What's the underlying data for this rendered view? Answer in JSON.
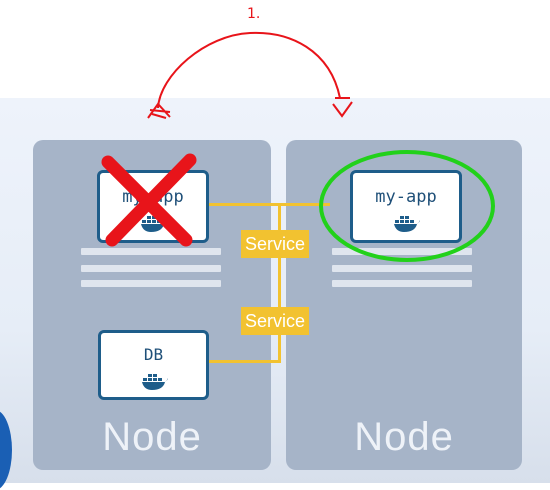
{
  "annotation": {
    "number_label": "1."
  },
  "nodes": [
    {
      "label": "Node"
    },
    {
      "label": "Node"
    }
  ],
  "pods": {
    "app_left": {
      "label": "my-app",
      "status": "removed"
    },
    "app_right": {
      "label": "my-app"
    },
    "db": {
      "label": "DB"
    }
  },
  "services": [
    {
      "label": "Service"
    },
    {
      "label": "Service"
    }
  ],
  "colors": {
    "node_bg": "#a6b4c8",
    "pod_border": "#1e5d8a",
    "service_bg": "#f2c230",
    "annotation_red": "#e8141a",
    "highlight_green": "#22d11a"
  },
  "icons": [
    "docker-whale-icon",
    "red-x-mark",
    "green-circle-highlight",
    "red-arrow"
  ]
}
